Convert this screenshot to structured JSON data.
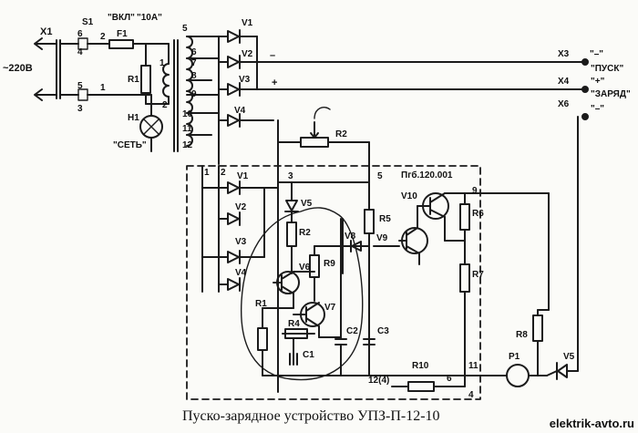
{
  "caption": "Пуско-зарядное устройство УПЗ-П-12-10",
  "watermark": "elektrik-avto.ru",
  "labels": {
    "x1": "X1",
    "x3": "X3",
    "x4": "X4",
    "x6": "X6",
    "mains": "~220В",
    "s1": "S1",
    "vkl": "\"ВКЛ\"",
    "amp10": "\"10А\"",
    "f1": "F1",
    "r1_top": "R1",
    "h1": "Н1",
    "set": "\"СЕТЬ\"",
    "pin6": "6",
    "pin2": "2",
    "pin4": "4",
    "pin5": "5",
    "pin3": "3",
    "pin1": "1",
    "t5": "5",
    "t6": "6",
    "t7": "7",
    "t1": "1",
    "t8": "8",
    "t9": "9",
    "t2": "2",
    "t10": "10",
    "t11": "11",
    "t12": "12",
    "v1_top": "V1",
    "v2_top": "V2",
    "v3_top": "V3",
    "v4_top": "V4",
    "minus": "–",
    "plus": "+",
    "pusk": "\"ПУСК\"",
    "zaryad": "\"ЗАРЯД\"",
    "x3_pins": "\"–\"",
    "x4_pins": "\"+\"",
    "x6_pins": "\"–\"",
    "r2": "R2",
    "p1": "1",
    "p2": "2",
    "p3": "3",
    "p5": "5",
    "part_no": "Пгб.120.001",
    "v10": "V10",
    "n9": "9",
    "r6": "R6",
    "v1": "V1",
    "v2": "V2",
    "v3": "V3",
    "v4": "V4",
    "v5": "V5",
    "r2b": "R2",
    "r5": "R5",
    "v8": "V8",
    "v9": "V9",
    "v6": "V6",
    "r9": "R9",
    "r7": "R7",
    "r1": "R1",
    "v7": "V7",
    "r4": "R4",
    "c1": "C1",
    "c2": "C2",
    "c3": "C3",
    "r8": "R8",
    "pa1": "P1",
    "v5b": "V5",
    "n12": "12(4)",
    "r10": "R10",
    "n6": "6",
    "n11": "11",
    "n4": "4"
  }
}
